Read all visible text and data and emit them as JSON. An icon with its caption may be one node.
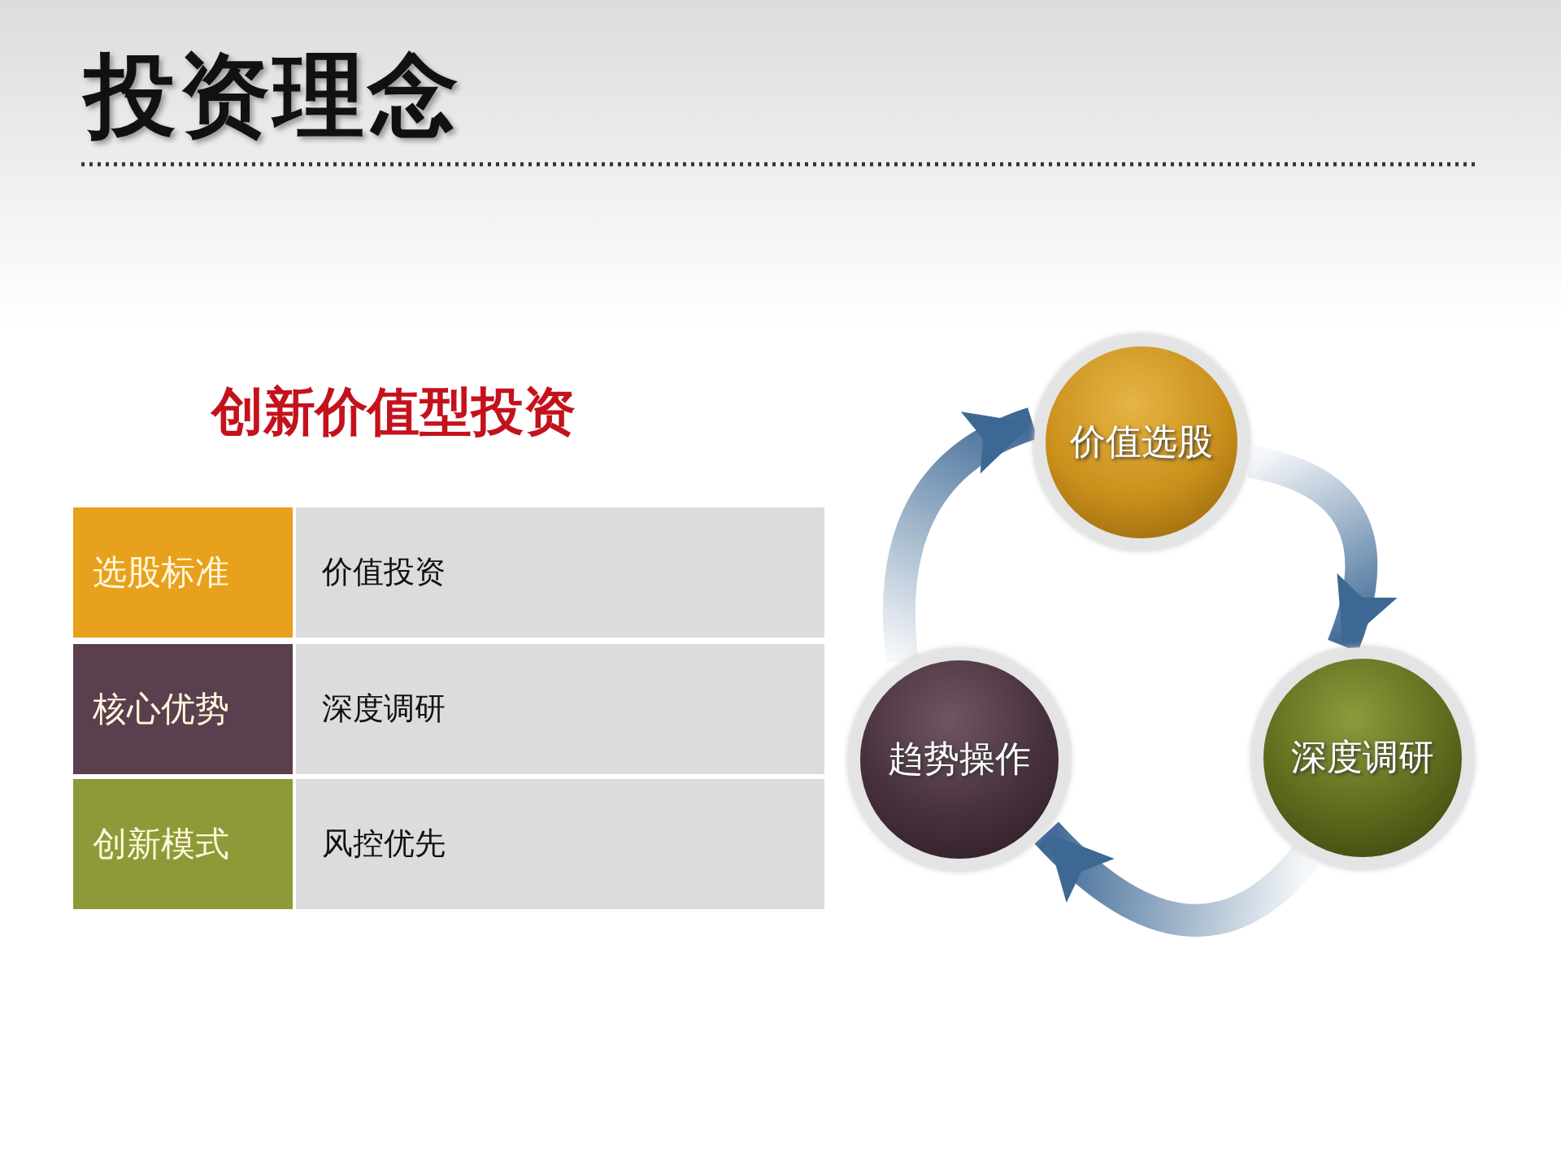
{
  "diagram": {
    "title": "投资理念",
    "nodes": [
      {
        "text": [
          "价值选股"
        ]
      },
      {
        "text": [
          "深度调研"
        ]
      },
      {
        "text": [
          "趋势操作"
        ]
      }
    ],
    "edges": [
      {
        "from": 0,
        "to": 1,
        "arrow": "to",
        "style": "thick"
      },
      {
        "from": 1,
        "to": 2,
        "arrow": "to",
        "style": "thick"
      },
      {
        "from": 2,
        "to": 0,
        "arrow": "to",
        "style": "thick"
      }
    ],
    "labels": [
      "创新价值型投资",
      "选股标准",
      "价值投资",
      "核心优势",
      "深度调研",
      "创新模式",
      "风控优先"
    ]
  }
}
